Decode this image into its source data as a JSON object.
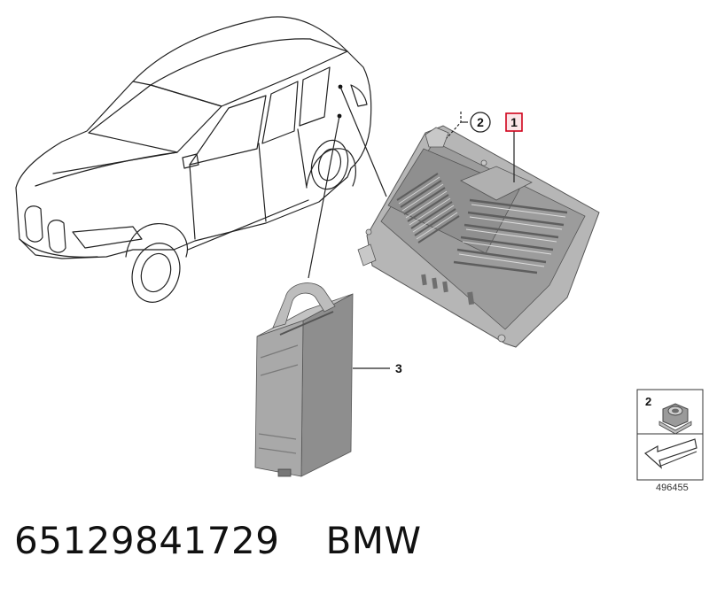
{
  "diagram": {
    "callouts": {
      "item1": "1",
      "item2": "2",
      "item3": "3"
    },
    "legend": {
      "hardware_number": "2",
      "reference_id": "496455"
    }
  },
  "caption": {
    "part_number": "65129841729",
    "brand": "BMW"
  },
  "colors": {
    "module_fill": "#a8a8a8",
    "module_dark": "#8a8a8a",
    "module_light": "#c4c4c4",
    "highlight_box": "#d0021b",
    "line": "#222222"
  }
}
